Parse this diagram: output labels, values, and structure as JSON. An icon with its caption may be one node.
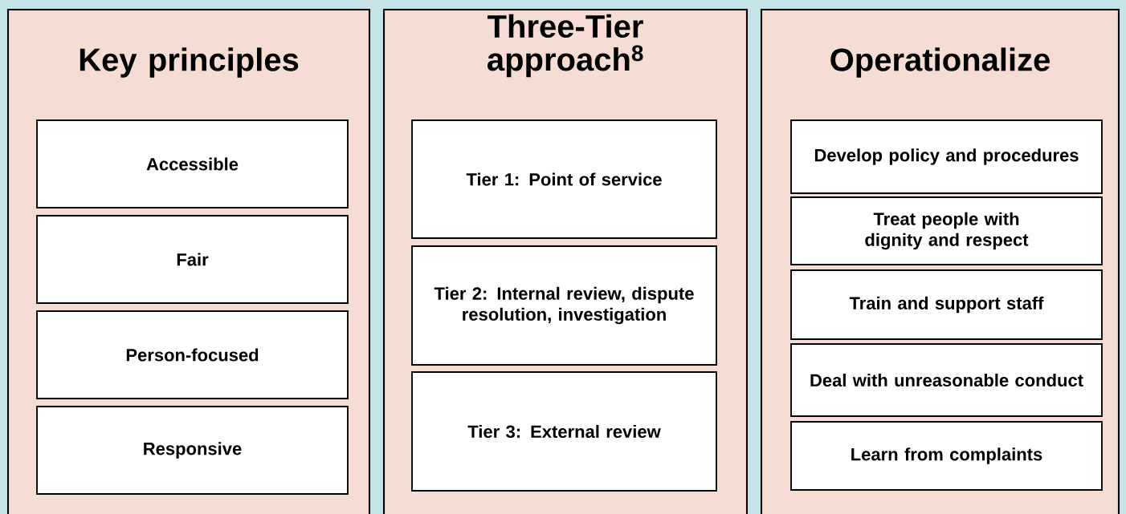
{
  "diagram": {
    "nodes": [
      {
        "text": [
          "Key principles"
        ]
      },
      {
        "text": [
          "Accessible"
        ],
        "in": 0
      },
      {
        "text": [
          "Fair"
        ],
        "in": 0
      },
      {
        "text": [
          "Person-focused"
        ],
        "in": 0
      },
      {
        "text": [
          "Responsive"
        ],
        "in": 0
      },
      {
        "text": [
          "Three-Tier approach$^{8}$"
        ]
      },
      {
        "text": [
          "Tier 1: Point of service"
        ],
        "in": 5
      },
      {
        "text": [
          "Tier 2: Internal review, dispute resolution, investigation"
        ],
        "in": 5
      },
      {
        "text": [
          "Tier 3: External review"
        ],
        "in": 5
      },
      {
        "text": [
          "Operationalize"
        ]
      },
      {
        "text": [
          "Develop policy and procedures"
        ],
        "in": 9
      },
      {
        "text": [
          "Treat people with dignity and respect"
        ],
        "in": 9
      },
      {
        "text": [
          "Train and support staff"
        ],
        "in": 9
      },
      {
        "text": [
          "Deal with unreasonable conduct"
        ],
        "in": 9
      },
      {
        "text": [
          "Learn from complaints"
        ],
        "in": 9
      }
    ]
  }
}
